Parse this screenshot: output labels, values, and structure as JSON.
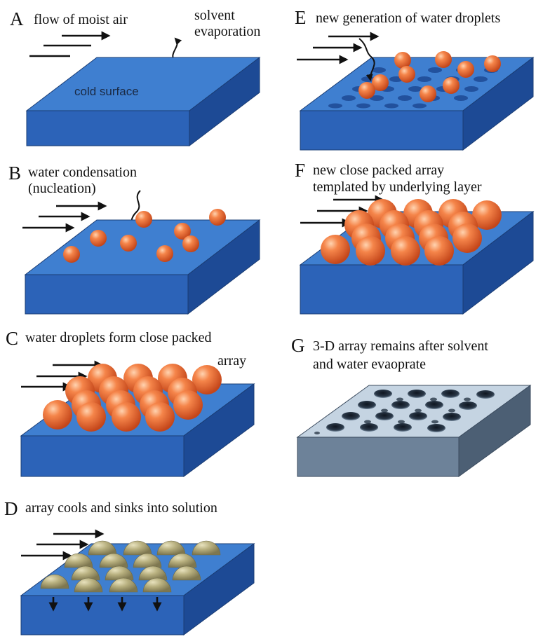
{
  "panels": [
    {
      "id": "A",
      "letter": "A",
      "lines": [
        "flow of moist air"
      ],
      "extra": [
        "solvent",
        "evaporation"
      ],
      "surface_label": "cold surface",
      "state": "empty"
    },
    {
      "id": "B",
      "letter": "B",
      "lines": [
        "water condensation",
        "(nucleation)"
      ],
      "state": "nucleation"
    },
    {
      "id": "C",
      "letter": "C",
      "lines": [
        "water droplets form close packed",
        "array"
      ],
      "state": "packed"
    },
    {
      "id": "D",
      "letter": "D",
      "lines": [
        "array cools and sinks into solution"
      ],
      "state": "sinking"
    },
    {
      "id": "E",
      "letter": "E",
      "lines": [
        "new generation of water droplets"
      ],
      "state": "new-gen"
    },
    {
      "id": "F",
      "letter": "F",
      "lines": [
        "new close packed array",
        "templated by underlying layer"
      ],
      "state": "packed-templated"
    },
    {
      "id": "G",
      "letter": "G",
      "lines": [
        "3-D array remains after solvent",
        "and water evaoprate"
      ],
      "state": "porous"
    }
  ],
  "colors": {
    "slab_top": "#3f7fd0",
    "slab_front": "#2c63b8",
    "slab_side": "#1d4a95",
    "droplet": "#ee6a2e",
    "droplet_light": "#ffc29a",
    "droplet_dark": "#c4461a",
    "sunk_droplet": "#b8b07f",
    "porous_top": "#c5d4e2",
    "porous_front": "#6d8299",
    "porous_side": "#4c5f74",
    "pore": "#1b2634"
  }
}
